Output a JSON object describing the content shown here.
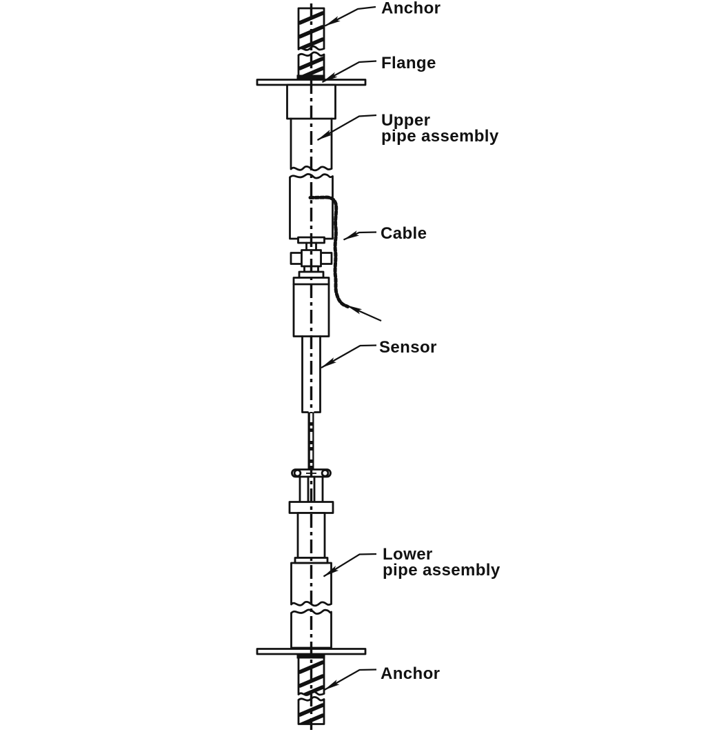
{
  "colors": {
    "background": "#ffffff",
    "ink": "#111111"
  },
  "labels": {
    "anchor_top": "Anchor",
    "flange": "Flange",
    "upper_pipe_line1": "Upper",
    "upper_pipe_line2": "pipe assembly",
    "cable": "Cable",
    "sensor": "Sensor",
    "lower_pipe_line1": "Lower",
    "lower_pipe_line2": "pipe assembly",
    "anchor_bottom": "Anchor"
  }
}
